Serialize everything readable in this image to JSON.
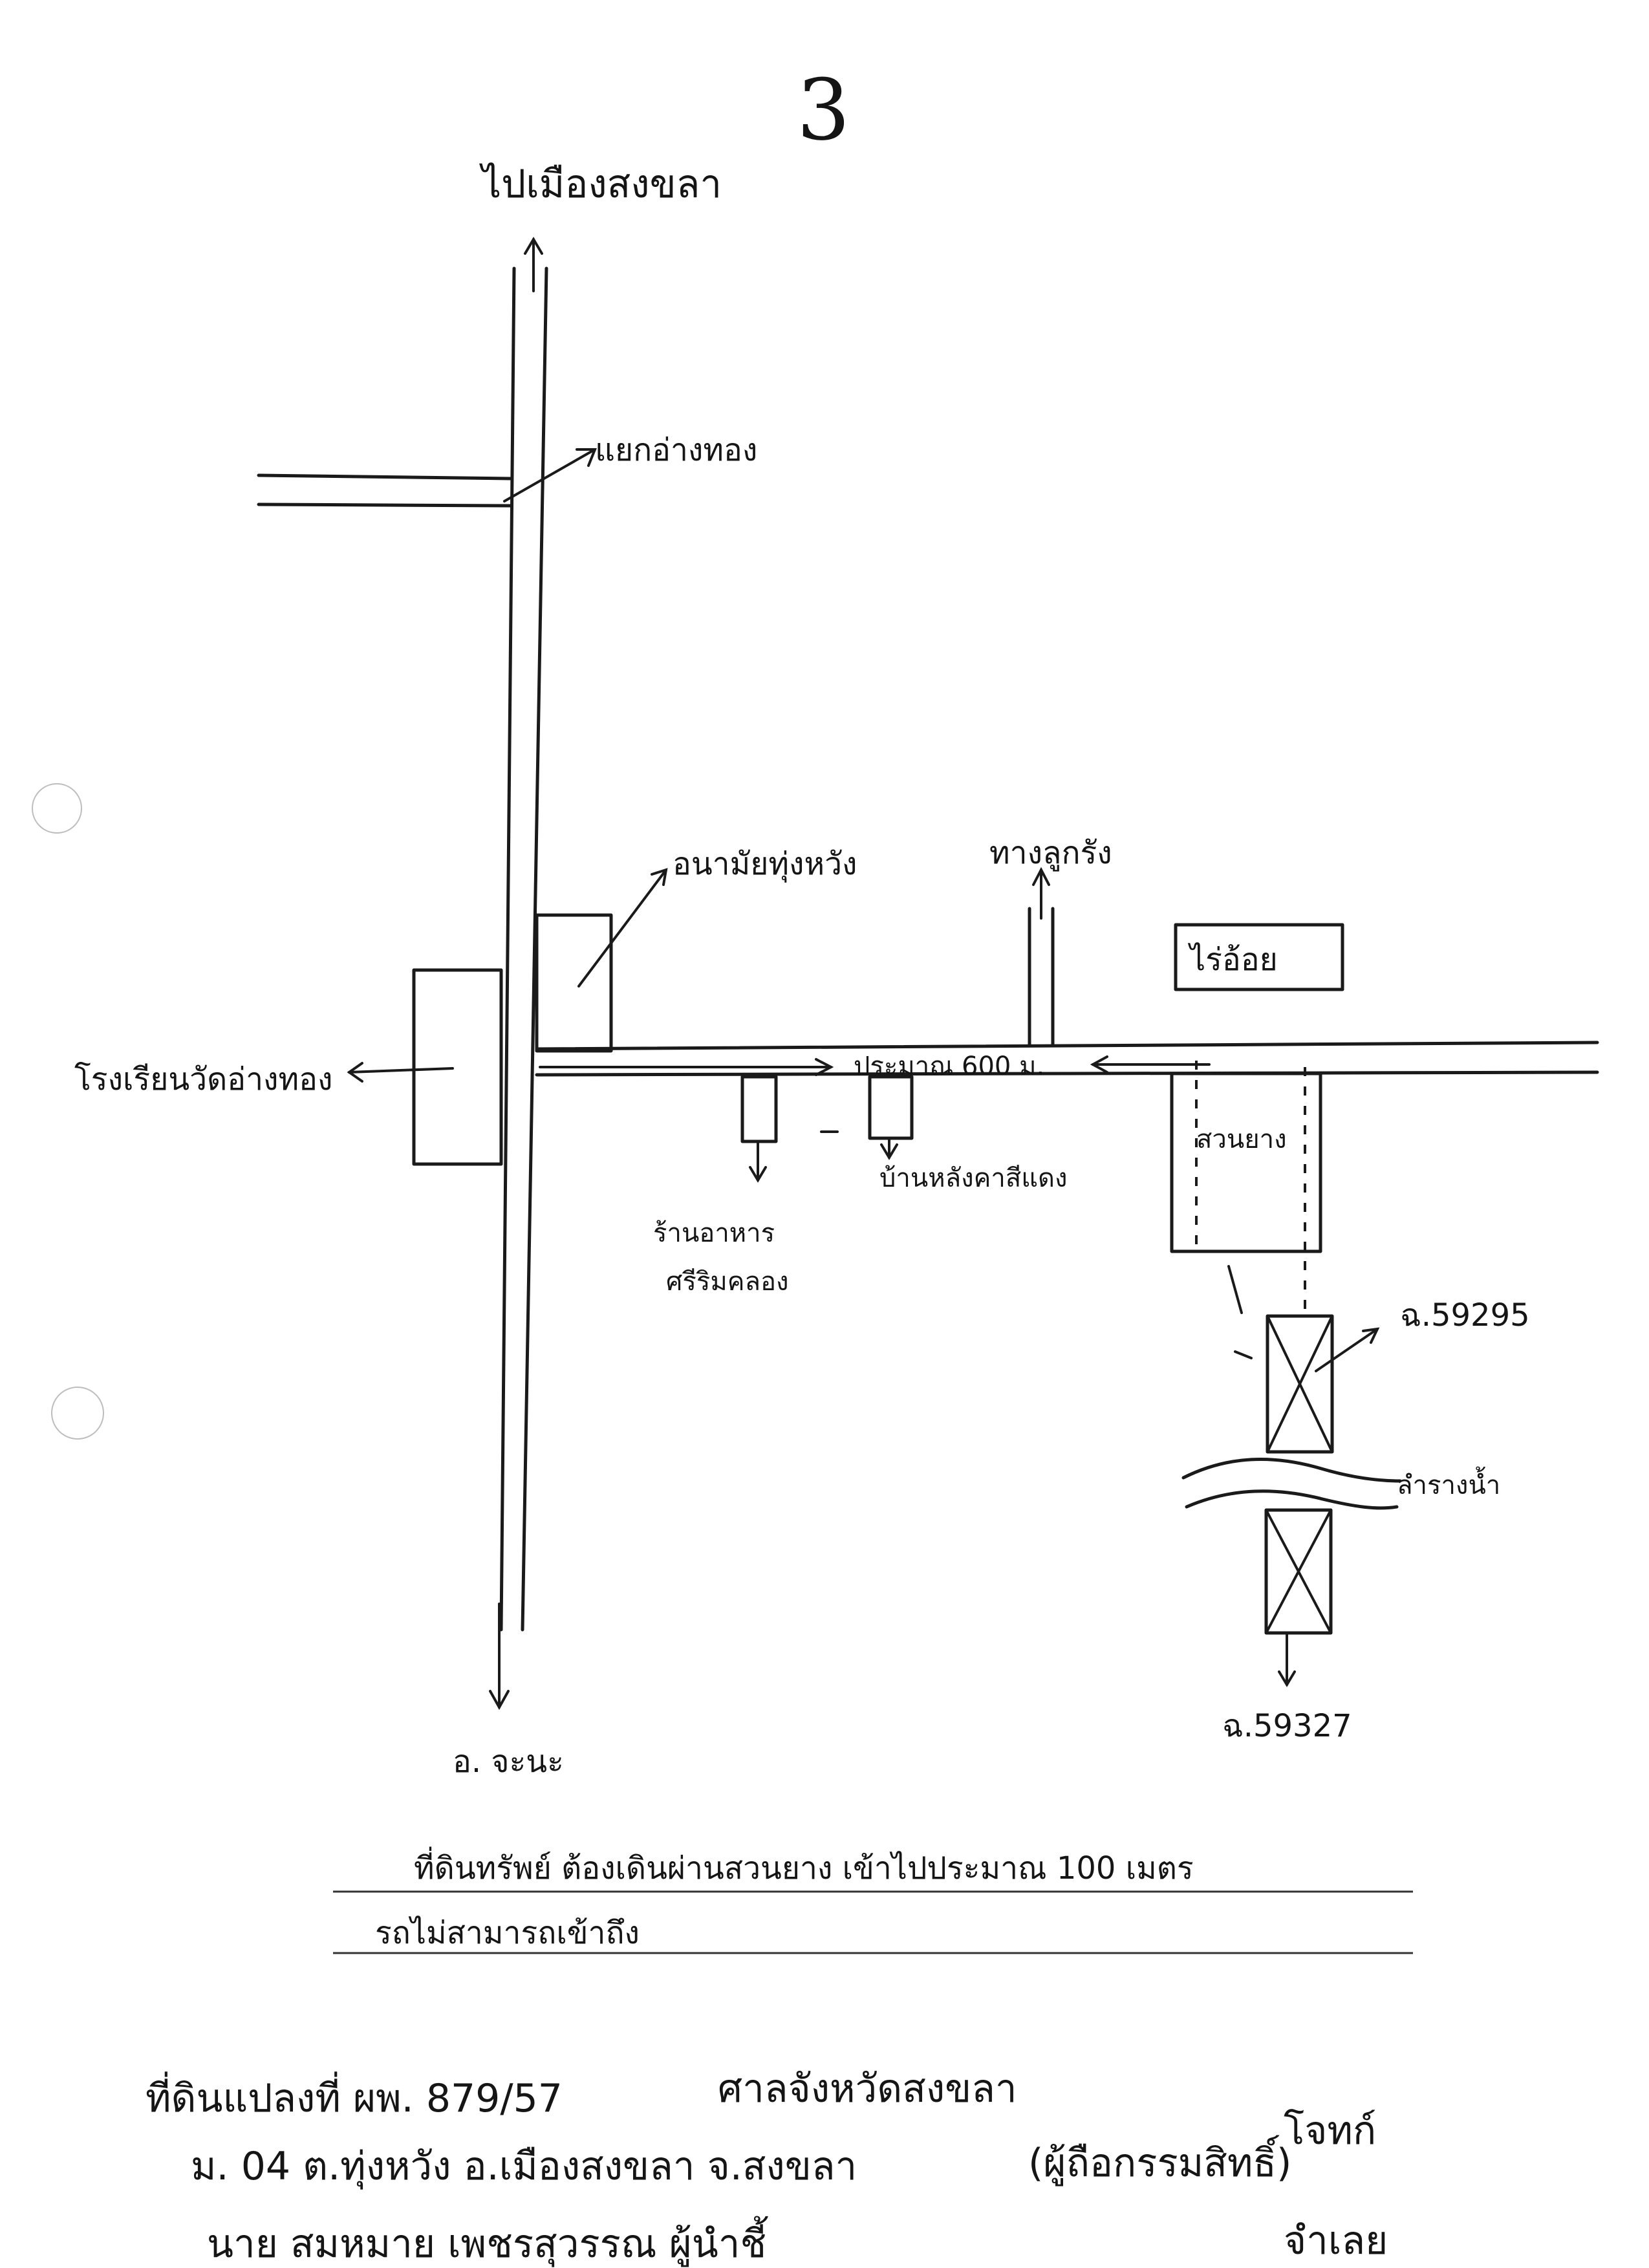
{
  "page_number": "3",
  "labels": {
    "to_city": "ไปเมืองสงขลา",
    "junction": "แยกอ่างทอง",
    "school": "โรงเรียนวัดอ่างทอง",
    "health_center": "อนามัยทุ่งหวัง",
    "road_branch": "ทางลูกรัง",
    "farm": "ไร่อ้อย",
    "distance": "ประมาณ 600 ม.",
    "restaurant_line1": "ร้านอาหาร",
    "restaurant_line2": "ศรีริมคลอง",
    "red_house": "บ้านหลังคาสีแดง",
    "rubber_garden": "สวนยาง",
    "plot_a": "ฉ.59295",
    "stream": "ลำรางน้ำ",
    "plot_b": "ฉ.59327",
    "to_district": "อ. จะนะ"
  },
  "note": {
    "line1": "ที่ดินทรัพย์ ต้องเดินผ่านสวนยาง เข้าไปประมาณ 100 เมตร",
    "line2": "รถไม่สามารถเข้าถึง"
  },
  "footer": {
    "line1_left": "ที่ดินแปลงที่ ผพ. 879/57",
    "line1_mid": "ศาลจังหวัดสงขลา",
    "line2_left": "ม. 04  ต.ทุ่งหวัง  อ.เมืองสงขลา  จ.สงขลา",
    "line2_mid": "(ผู้ถือกรรมสิทธิ์)",
    "line3_left": "นาย สมหมาย  เพชรสุวรรณ  ผู้นำชี้",
    "sig1": "โจทก์",
    "sig2": "จำเลย"
  }
}
